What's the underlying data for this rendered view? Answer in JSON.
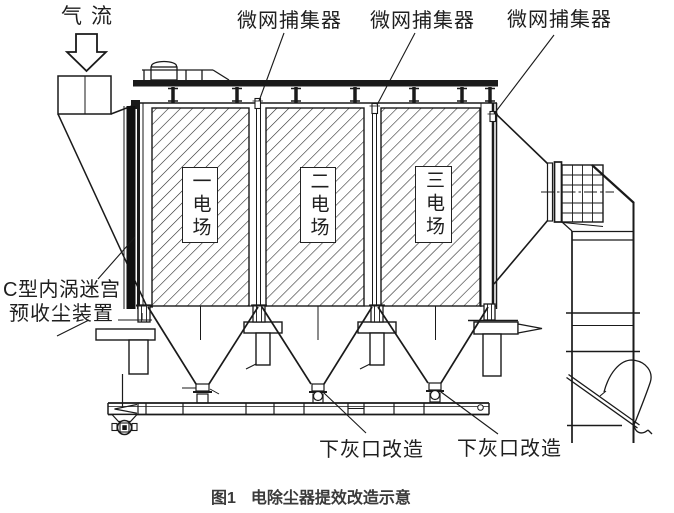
{
  "colors": {
    "line": "#1a1a1a",
    "background": "#ffffff",
    "text": "#1f1f1f",
    "caption_text": "#3a3a3a"
  },
  "labels": {
    "airflow": "气流",
    "mesh_collectors": [
      "微网捕集器",
      "微网捕集器",
      "微网捕集器"
    ],
    "pre_collector": {
      "line1": "C型内涡迷宫",
      "line2": "预收尘装置"
    },
    "fields": [
      "一电场",
      "二电场",
      "三电场"
    ],
    "ash_outlets": [
      "下灰口改造",
      "下灰口改造"
    ]
  },
  "caption": {
    "fig_no": "图1",
    "title": "电除尘器提效改造示意"
  }
}
